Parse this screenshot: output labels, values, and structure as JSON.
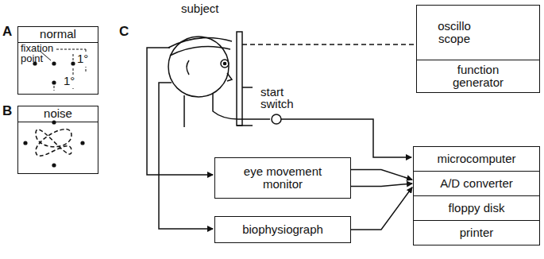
{
  "diagram": {
    "nodes": [
      {
        "text": [
          "normal"
        ]
      },
      {
        "text": [
          "noise"
        ]
      },
      {
        "text": [
          "oscillo scope"
        ]
      },
      {
        "text": [
          "function generator"
        ]
      },
      {
        "text": [
          "eye movement monitor"
        ]
      },
      {
        "text": [
          "biophysiograph"
        ]
      },
      {
        "text": [
          "microcomputer"
        ]
      },
      {
        "text": [
          "A/D converter"
        ]
      },
      {
        "text": [
          "floppy disk"
        ]
      },
      {
        "text": [
          "printer"
        ]
      }
    ],
    "edges": [
      {
        "from": 4,
        "to": 7,
        "arrow": "to"
      },
      {
        "from": 4,
        "to": 7,
        "arrow": "to"
      },
      {
        "from": 5,
        "to": 7,
        "arrow": "to"
      }
    ],
    "labels": [
      "A",
      "B",
      "C",
      "fixation point",
      "1°",
      "1°",
      "subject",
      "start switch"
    ]
  }
}
